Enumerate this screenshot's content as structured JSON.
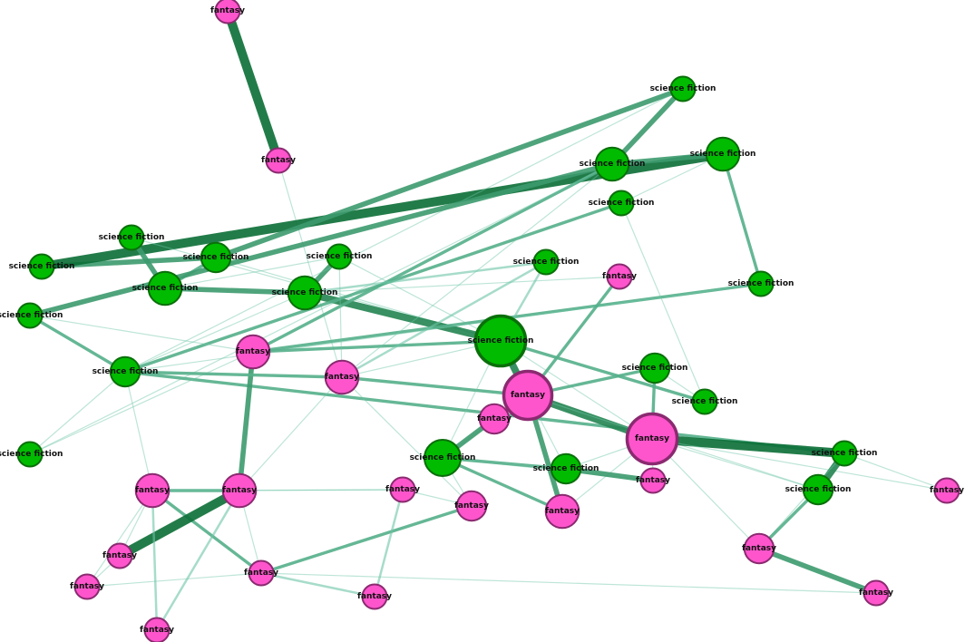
{
  "colors": {
    "background": "#ffffff",
    "sf_fill": "#00bb00",
    "sf_stroke": "#0a6f0a",
    "fantasy_fill": "#ff55cc",
    "fantasy_stroke": "#8a2a70",
    "edge_light": "#6dc5a6",
    "edge_dark": "#0a6e35"
  },
  "nodes": [
    {
      "id": "f1",
      "label": "fantasy",
      "category": "fantasy",
      "weight": 1
    },
    {
      "id": "f2",
      "label": "fantasy",
      "category": "fantasy",
      "weight": 1
    },
    {
      "id": "s1",
      "label": "science fiction",
      "category": "science fiction",
      "weight": 1
    },
    {
      "id": "s2",
      "label": "science fiction",
      "category": "science fiction",
      "weight": 1
    },
    {
      "id": "s3",
      "label": "science fiction",
      "category": "science fiction",
      "weight": 2
    },
    {
      "id": "s4",
      "label": "science fiction",
      "category": "science fiction",
      "weight": 3
    },
    {
      "id": "s5",
      "label": "science fiction",
      "category": "science fiction",
      "weight": 3
    },
    {
      "id": "f3",
      "label": "fantasy",
      "category": "fantasy",
      "weight": 1
    },
    {
      "id": "s6",
      "label": "science fiction",
      "category": "science fiction",
      "weight": 1
    },
    {
      "id": "s7",
      "label": "science fiction",
      "category": "science fiction",
      "weight": 1
    },
    {
      "id": "s8",
      "label": "science fiction",
      "category": "science fiction",
      "weight": 1
    },
    {
      "id": "s9",
      "label": "science fiction",
      "category": "science fiction",
      "weight": 1
    },
    {
      "id": "s10",
      "label": "science fiction",
      "category": "science fiction",
      "weight": 3
    },
    {
      "id": "s11",
      "label": "science fiction",
      "category": "science fiction",
      "weight": 3
    },
    {
      "id": "s12",
      "label": "science fiction",
      "category": "science fiction",
      "weight": 1
    },
    {
      "id": "s13",
      "label": "science fiction",
      "category": "science fiction",
      "weight": 1
    },
    {
      "id": "s14",
      "label": "science fiction",
      "category": "science fiction",
      "weight": 10
    },
    {
      "id": "f4",
      "label": "fantasy",
      "category": "fantasy",
      "weight": 3
    },
    {
      "id": "f5",
      "label": "fantasy",
      "category": "fantasy",
      "weight": 3
    },
    {
      "id": "s15",
      "label": "science fiction",
      "category": "science fiction",
      "weight": 2
    },
    {
      "id": "f6",
      "label": "fantasy",
      "category": "fantasy",
      "weight": 9
    },
    {
      "id": "s16",
      "label": "science fiction",
      "category": "science fiction",
      "weight": 2
    },
    {
      "id": "f7",
      "label": "fantasy",
      "category": "fantasy",
      "weight": 2
    },
    {
      "id": "f8",
      "label": "fantasy",
      "category": "fantasy",
      "weight": 10
    },
    {
      "id": "s17",
      "label": "science fiction",
      "category": "science fiction",
      "weight": 1
    },
    {
      "id": "s18",
      "label": "science fiction",
      "category": "science fiction",
      "weight": 4
    },
    {
      "id": "f9",
      "label": "fantasy",
      "category": "fantasy",
      "weight": 3
    },
    {
      "id": "f10",
      "label": "fantasy",
      "category": "fantasy",
      "weight": 3
    },
    {
      "id": "s19",
      "label": "science fiction",
      "category": "science fiction",
      "weight": 2
    },
    {
      "id": "f11",
      "label": "fantasy",
      "category": "fantasy",
      "weight": 2
    },
    {
      "id": "s20",
      "label": "science fiction",
      "category": "science fiction",
      "weight": 1
    },
    {
      "id": "f12",
      "label": "fantasy",
      "category": "fantasy",
      "weight": 1
    },
    {
      "id": "s21",
      "label": "science fiction",
      "category": "science fiction",
      "weight": 2
    },
    {
      "id": "f13",
      "label": "fantasy",
      "category": "fantasy",
      "weight": 3
    },
    {
      "id": "f14",
      "label": "fantasy",
      "category": "fantasy",
      "weight": 1
    },
    {
      "id": "f15",
      "label": "fantasy",
      "category": "fantasy",
      "weight": 1
    },
    {
      "id": "f16",
      "label": "fantasy",
      "category": "fantasy",
      "weight": 2
    },
    {
      "id": "f17",
      "label": "fantasy",
      "category": "fantasy",
      "weight": 1
    },
    {
      "id": "f18",
      "label": "fantasy",
      "category": "fantasy",
      "weight": 1
    },
    {
      "id": "f19",
      "label": "fantasy",
      "category": "fantasy",
      "weight": 1
    },
    {
      "id": "f20",
      "label": "fantasy",
      "category": "fantasy",
      "weight": 1
    }
  ],
  "edges": [
    {
      "source": "f1",
      "target": "f2",
      "weight": 5
    },
    {
      "source": "f2",
      "target": "f5",
      "weight": 1
    },
    {
      "source": "s2",
      "target": "s3",
      "weight": 3
    },
    {
      "source": "s2",
      "target": "s11",
      "weight": 5
    },
    {
      "source": "s3",
      "target": "s4",
      "weight": 2
    },
    {
      "source": "s3",
      "target": "s9",
      "weight": 3
    },
    {
      "source": "s3",
      "target": "s14",
      "weight": 1
    },
    {
      "source": "s1",
      "target": "s4",
      "weight": 3
    },
    {
      "source": "s1",
      "target": "s14",
      "weight": 1
    },
    {
      "source": "s4",
      "target": "s5",
      "weight": 3
    },
    {
      "source": "s4",
      "target": "s6",
      "weight": 1
    },
    {
      "source": "s5",
      "target": "s6",
      "weight": 3
    },
    {
      "source": "s5",
      "target": "s14",
      "weight": 4
    },
    {
      "source": "s5",
      "target": "s15",
      "weight": 1
    },
    {
      "source": "s5",
      "target": "f3",
      "weight": 1
    },
    {
      "source": "s9",
      "target": "s10",
      "weight": 3
    },
    {
      "source": "s9",
      "target": "s15",
      "weight": 1
    },
    {
      "source": "s10",
      "target": "f4",
      "weight": 2
    },
    {
      "source": "s10",
      "target": "s11",
      "weight": 3
    },
    {
      "source": "s10",
      "target": "s7",
      "weight": 3
    },
    {
      "source": "s10",
      "target": "s8",
      "weight": 1
    },
    {
      "source": "s11",
      "target": "s12",
      "weight": 2
    },
    {
      "source": "s11",
      "target": "s13",
      "weight": 1
    },
    {
      "source": "s12",
      "target": "f4",
      "weight": 2
    },
    {
      "source": "s12",
      "target": "s15",
      "weight": 1
    },
    {
      "source": "s13",
      "target": "s15",
      "weight": 2
    },
    {
      "source": "s7",
      "target": "s15",
      "weight": 2
    },
    {
      "source": "s15",
      "target": "s20",
      "weight": 2
    },
    {
      "source": "s15",
      "target": "f13",
      "weight": 1
    },
    {
      "source": "s8",
      "target": "s15",
      "weight": 1
    },
    {
      "source": "f4",
      "target": "s14",
      "weight": 2
    },
    {
      "source": "f4",
      "target": "f10",
      "weight": 3
    },
    {
      "source": "f4",
      "target": "s8",
      "weight": 1
    },
    {
      "source": "f4",
      "target": "s7",
      "weight": 1
    },
    {
      "source": "s15",
      "target": "f5",
      "weight": 2
    },
    {
      "source": "f5",
      "target": "f6",
      "weight": 2
    },
    {
      "source": "f5",
      "target": "f10",
      "weight": 1
    },
    {
      "source": "f5",
      "target": "s6",
      "weight": 1
    },
    {
      "source": "f5",
      "target": "s14",
      "weight": 1
    },
    {
      "source": "f13",
      "target": "f10",
      "weight": 2
    },
    {
      "source": "f13",
      "target": "f17",
      "weight": 1
    },
    {
      "source": "f13",
      "target": "f18",
      "weight": 1
    },
    {
      "source": "f13",
      "target": "f20",
      "weight": 1
    },
    {
      "source": "f13",
      "target": "f19",
      "weight": 2
    },
    {
      "source": "f10",
      "target": "f17",
      "weight": 5
    },
    {
      "source": "f10",
      "target": "f19",
      "weight": 1
    },
    {
      "source": "f10",
      "target": "f18",
      "weight": 1
    },
    {
      "source": "f19",
      "target": "f15",
      "weight": 1
    },
    {
      "source": "f19",
      "target": "f20",
      "weight": 1
    },
    {
      "source": "f19",
      "target": "f11",
      "weight": 2
    },
    {
      "source": "f17",
      "target": "f20",
      "weight": 1
    },
    {
      "source": "s14",
      "target": "f6",
      "weight": 4
    },
    {
      "source": "s14",
      "target": "s17",
      "weight": 2
    },
    {
      "source": "s14",
      "target": "s18",
      "weight": 1
    },
    {
      "source": "s14",
      "target": "f8",
      "weight": 1
    },
    {
      "source": "s14",
      "target": "s6",
      "weight": 1
    },
    {
      "source": "f6",
      "target": "f8",
      "weight": 4
    },
    {
      "source": "f6",
      "target": "f7",
      "weight": 2
    },
    {
      "source": "f6",
      "target": "s16",
      "weight": 2
    },
    {
      "source": "f6",
      "target": "f9",
      "weight": 3
    },
    {
      "source": "f6",
      "target": "s19",
      "weight": 1
    },
    {
      "source": "f6",
      "target": "s18",
      "weight": 1
    },
    {
      "source": "f6",
      "target": "f3",
      "weight": 2
    },
    {
      "source": "f6",
      "target": "s21",
      "weight": 1
    },
    {
      "source": "f8",
      "target": "s20",
      "weight": 5
    },
    {
      "source": "f8",
      "target": "s21",
      "weight": 1
    },
    {
      "source": "f8",
      "target": "f16",
      "weight": 1
    },
    {
      "source": "f8",
      "target": "f12",
      "weight": 1
    },
    {
      "source": "f8",
      "target": "s16",
      "weight": 2
    },
    {
      "source": "f8",
      "target": "f14",
      "weight": 1
    },
    {
      "source": "f8",
      "target": "f9",
      "weight": 1
    },
    {
      "source": "s16",
      "target": "s17",
      "weight": 1
    },
    {
      "source": "s17",
      "target": "s13",
      "weight": 1
    },
    {
      "source": "s18",
      "target": "f7",
      "weight": 3
    },
    {
      "source": "s18",
      "target": "f12",
      "weight": 1
    },
    {
      "source": "s18",
      "target": "s19",
      "weight": 2
    },
    {
      "source": "s18",
      "target": "f9",
      "weight": 2
    },
    {
      "source": "s19",
      "target": "f12",
      "weight": 3
    },
    {
      "source": "s19",
      "target": "f8",
      "weight": 1
    },
    {
      "source": "s20",
      "target": "s21",
      "weight": 4
    },
    {
      "source": "s20",
      "target": "f14",
      "weight": 1
    },
    {
      "source": "s20",
      "target": "f16",
      "weight": 1
    },
    {
      "source": "s21",
      "target": "f16",
      "weight": 2
    },
    {
      "source": "f16",
      "target": "f15",
      "weight": 3
    },
    {
      "source": "f11",
      "target": "f18",
      "weight": 1
    },
    {
      "source": "s18",
      "target": "f11",
      "weight": 1
    },
    {
      "source": "f5",
      "target": "f11",
      "weight": 1
    },
    {
      "source": "s10",
      "target": "f5",
      "weight": 1
    }
  ]
}
